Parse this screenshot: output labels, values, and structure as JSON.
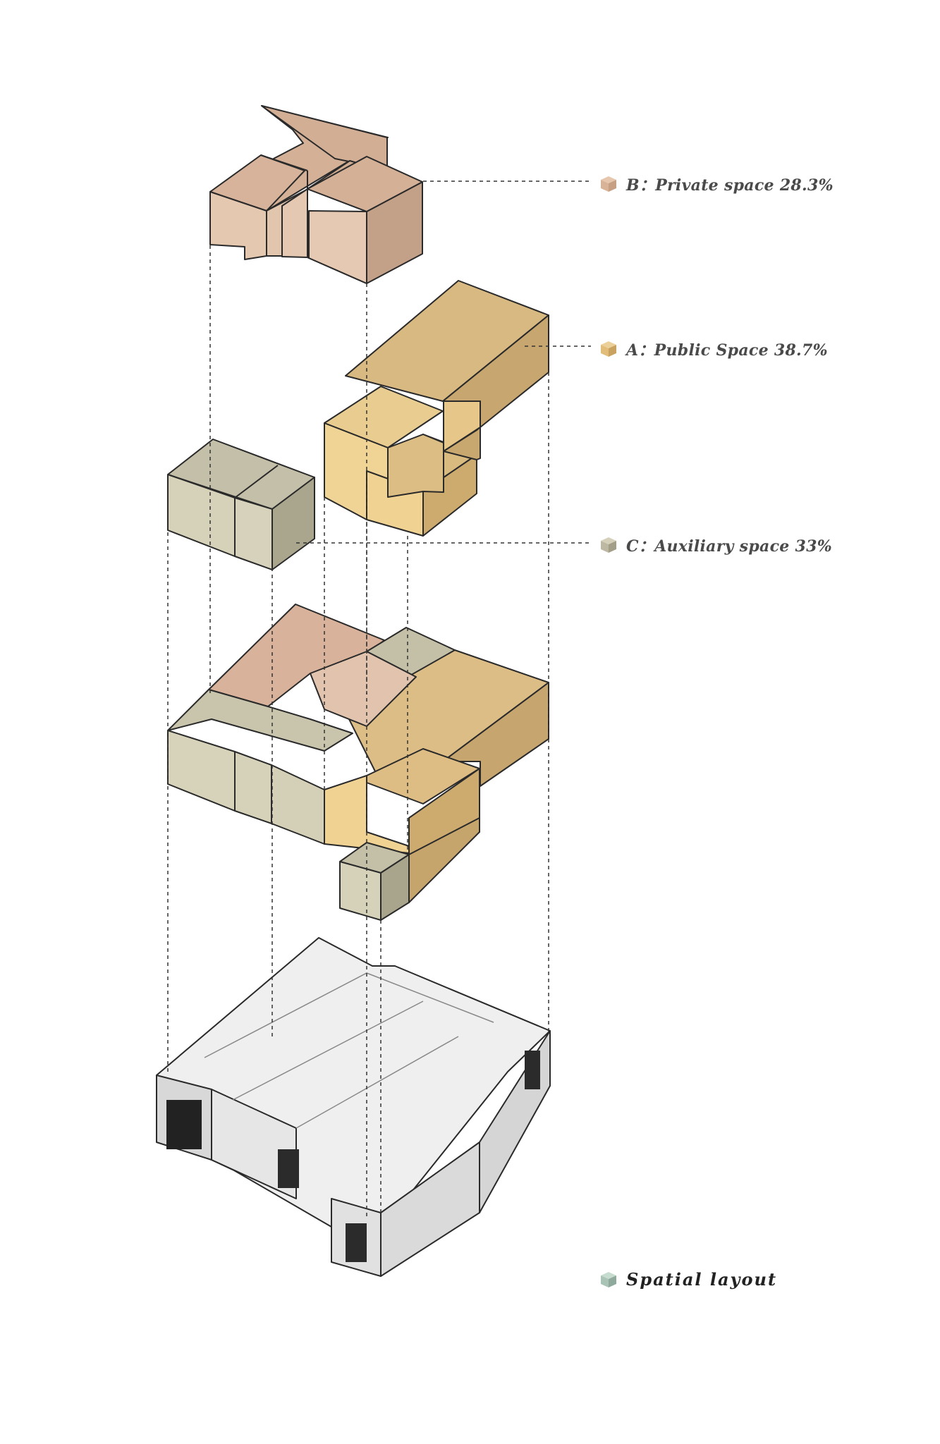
{
  "legend": [
    {
      "label": "B：Private space 28.3%",
      "color": "#dcb495",
      "icon": "cube-icon"
    },
    {
      "label": "A：Public Space 38.7%",
      "color": "#e2bd7a",
      "icon": "cube-icon"
    },
    {
      "label": "C：Auxiliary space 33%",
      "color": "#bdb8a2",
      "icon": "cube-icon"
    }
  ],
  "caption": {
    "label": "Spatial layout",
    "color": "#a9c3b6",
    "icon": "cube-icon"
  },
  "colors": {
    "private": "#dcb495",
    "public": "#e2bd7a",
    "auxiliary": "#c9c5ae",
    "model": "#e6e6e6",
    "outline": "#222222"
  }
}
